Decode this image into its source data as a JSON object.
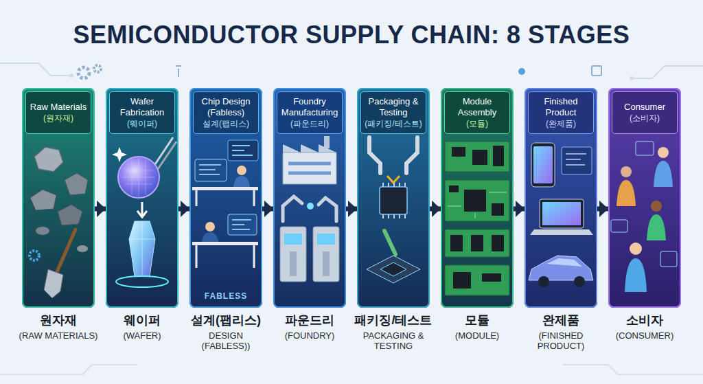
{
  "diagram": {
    "title": "SEMICONDUCTOR SUPPLY CHAIN: 8 STAGES",
    "nodes": [
      {
        "text": [
          "원자재",
          "(RAW MATERIALS)"
        ]
      },
      {
        "text": [
          "Raw Materials",
          "(원자재)"
        ],
        "in": 0
      },
      {
        "text": [
          "웨이퍼",
          "(WAFER)"
        ]
      },
      {
        "text": [
          "Wafer Fabrication",
          "(웨이퍼)"
        ],
        "in": 2
      },
      {
        "text": [
          "FABLESS",
          "설계(팹리스)",
          "DESIGN (FABLESS))"
        ]
      },
      {
        "text": [
          "Chip Design (Fabless)",
          "설계(팹리스)"
        ],
        "in": 4
      },
      {
        "text": [
          "파운드리",
          "(FOUNDRY)"
        ]
      },
      {
        "text": [
          "Foundry Manufacturing",
          "(파운드리)"
        ],
        "in": 6
      },
      {
        "text": [
          "패키징/테스트",
          "PACKAGING & TESTING"
        ]
      },
      {
        "text": [
          "Packaging & Testing",
          "(패키징/테스트)"
        ],
        "in": 8
      },
      {
        "text": [
          "모듈",
          "(MODULE)"
        ]
      },
      {
        "text": [
          "Module Assembly",
          "(모듈)"
        ],
        "in": 10
      },
      {
        "text": [
          "완제품",
          "(FINISHED PRODUCT)"
        ]
      },
      {
        "text": [
          "Finished Product",
          "(완제품)"
        ],
        "in": 12
      },
      {
        "text": [
          "소비자",
          "(CONSUMER)"
        ]
      },
      {
        "text": [
          "Consumer",
          "(소비자)"
        ],
        "in": 14
      }
    ],
    "edges": [
      {
        "from": 0,
        "to": 2,
        "arrow": "to"
      },
      {
        "from": 2,
        "to": 4,
        "arrow": "to"
      },
      {
        "from": 4,
        "to": 6,
        "arrow": "to"
      },
      {
        "from": 6,
        "to": 8,
        "arrow": "to"
      },
      {
        "from": 8,
        "to": 10,
        "arrow": "to"
      },
      {
        "from": 10,
        "to": 12,
        "arrow": "to"
      },
      {
        "from": 12,
        "to": 14,
        "arrow": "to"
      }
    ]
  }
}
